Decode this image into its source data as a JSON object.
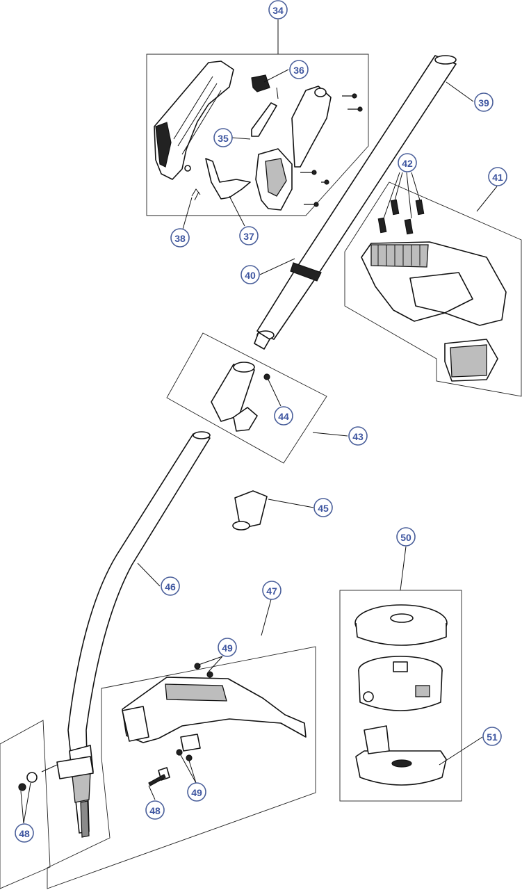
{
  "diagram": {
    "callouts": [
      {
        "id": "c34",
        "label": "34"
      },
      {
        "id": "c35",
        "label": "35"
      },
      {
        "id": "c36",
        "label": "36"
      },
      {
        "id": "c37",
        "label": "37"
      },
      {
        "id": "c38",
        "label": "38"
      },
      {
        "id": "c39",
        "label": "39"
      },
      {
        "id": "c40",
        "label": "40"
      },
      {
        "id": "c41",
        "label": "41"
      },
      {
        "id": "c42",
        "label": "42"
      },
      {
        "id": "c43",
        "label": "43"
      },
      {
        "id": "c44",
        "label": "44"
      },
      {
        "id": "c45",
        "label": "45"
      },
      {
        "id": "c46",
        "label": "46"
      },
      {
        "id": "c47",
        "label": "47"
      },
      {
        "id": "c48a",
        "label": "48"
      },
      {
        "id": "c48b",
        "label": "48"
      },
      {
        "id": "c49a",
        "label": "49"
      },
      {
        "id": "c49b",
        "label": "49"
      },
      {
        "id": "c50",
        "label": "50"
      },
      {
        "id": "c51",
        "label": "51"
      }
    ],
    "colors": {
      "callout_text": "#3d55a0",
      "callout_border": "#4a5f9a",
      "line": "#111111",
      "background": "#ffffff"
    }
  }
}
